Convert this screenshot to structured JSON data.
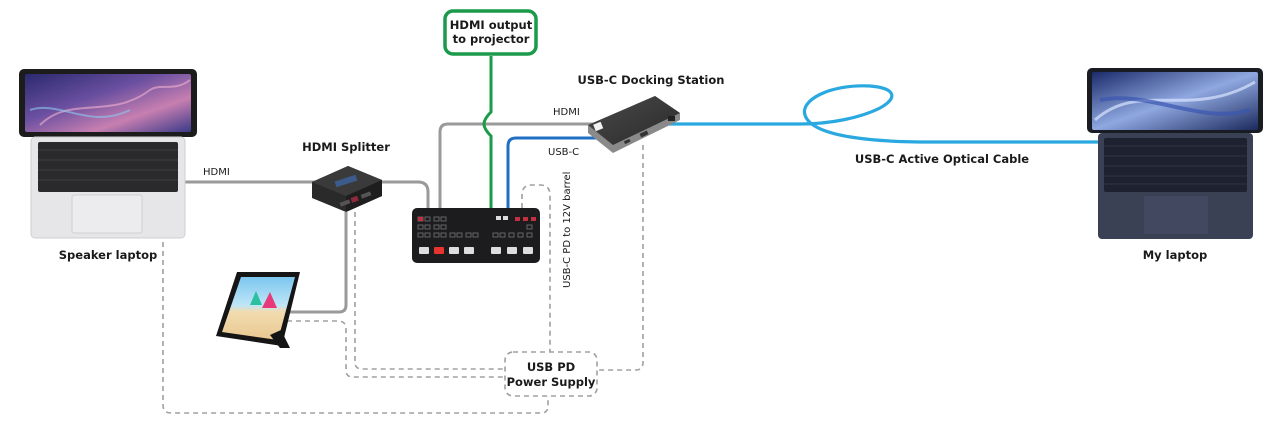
{
  "title_box": {
    "line1": "HDMI output",
    "line2": "to projector"
  },
  "devices": {
    "speaker_laptop": {
      "label": "Speaker laptop"
    },
    "hdmi_splitter": {
      "label": "HDMI Splitter"
    },
    "video_switcher": {
      "label": ""
    },
    "touch_monitor": {
      "label": ""
    },
    "docking_station": {
      "label": "USB-C Docking Station"
    },
    "my_laptop": {
      "label": "My laptop"
    },
    "power_supply": {
      "line1": "USB PD",
      "line2": "Power Supply"
    }
  },
  "connections": {
    "laptop_to_splitter": "HDMI",
    "dock_hdmi": "HDMI",
    "dock_usbc": "USB-C",
    "barrel": "USB-C PD to 12V barrel",
    "optical": "USB-C Active Optical Cable"
  },
  "colors": {
    "hdmi_gray": "#9a9a9a",
    "projector_green": "#1a9a4a",
    "usbc_blue": "#1f6fc4",
    "optical_cyan": "#2aa8e0",
    "power_dashed": "#a0a0a0"
  }
}
